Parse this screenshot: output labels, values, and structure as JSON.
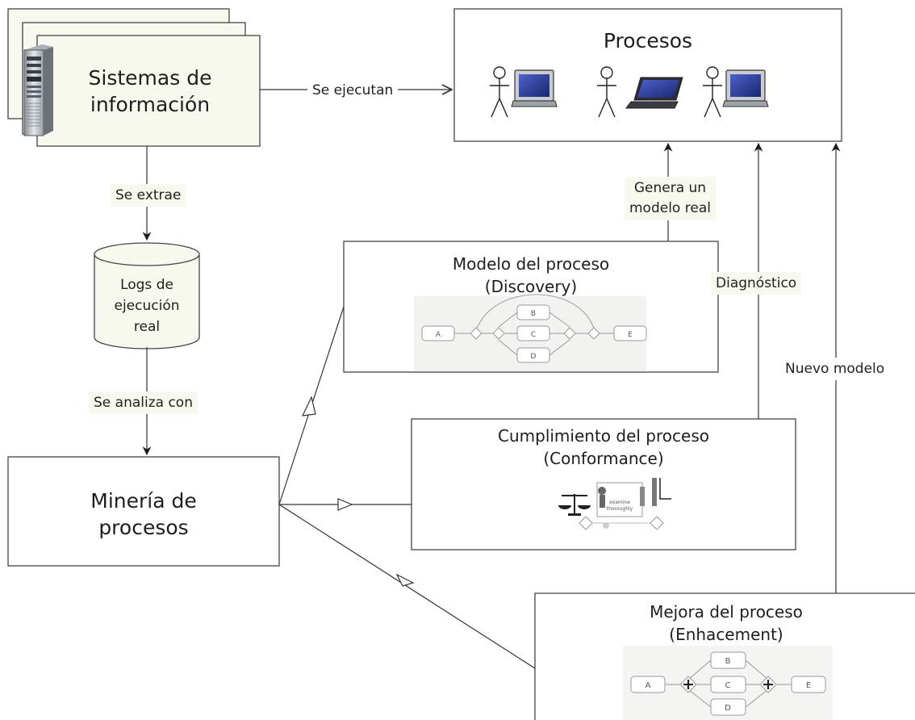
{
  "nodes": {
    "sistemas": {
      "label_line1": "Sistemas de",
      "label_line2": "información"
    },
    "procesos": {
      "title": "Procesos"
    },
    "logs": {
      "line1": "Logs de",
      "line2": "ejecución",
      "line3": "real"
    },
    "mineria": {
      "line1": "Minería de",
      "line2": "procesos"
    },
    "discovery": {
      "line1": "Modelo del proceso",
      "line2": "(Discovery)",
      "activities": [
        "A",
        "B",
        "C",
        "D",
        "E"
      ]
    },
    "conformance": {
      "line1": "Cumplimiento del proceso",
      "line2": "(Conformance)",
      "mini_labels": [
        "examine",
        "thoroughly"
      ]
    },
    "enhancement": {
      "line1": "Mejora del proceso",
      "line2": "(Enhacement)",
      "activities": [
        "A",
        "B",
        "C",
        "D",
        "E"
      ]
    }
  },
  "edges": {
    "se_ejecutan": "Se ejecutan",
    "se_extrae": "Se extrae",
    "se_analiza_con": "Se analiza con",
    "genera_line1": "Genera un",
    "genera_line2": "modelo real",
    "diagnostico": "Diagnóstico",
    "nuevo_modelo": "Nuevo modelo"
  },
  "icons": [
    "server-icon",
    "person-icon",
    "desktop-computer-icon",
    "laptop-icon",
    "scales-icon",
    "bpmn-model-icon"
  ],
  "colors": {
    "stroke": "#3a3a3a",
    "box_fill": "#f8f9ee",
    "screen_blue": "#2c3a8c",
    "box_white": "#ffffff"
  }
}
